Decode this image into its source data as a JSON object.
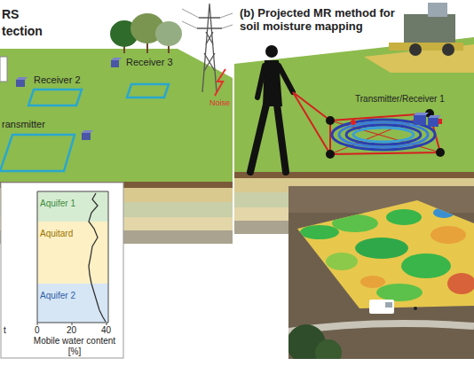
{
  "diagram": {
    "nodes": [
      {
        "text": [
          "Aquifer 1"
        ]
      },
      {
        "text": [
          "Aquitard"
        ]
      },
      {
        "text": [
          "Aquifer 2"
        ]
      }
    ],
    "labels": [
      "RS",
      "tection",
      "Receiver 2",
      "Receiver 3",
      "ransmitter",
      "Noise",
      "t",
      "0",
      "20",
      "40",
      "Mobile water content [%]",
      "(b) Projected MR method for soil moisture mapping",
      "Transmitter/Receiver 1"
    ]
  }
}
